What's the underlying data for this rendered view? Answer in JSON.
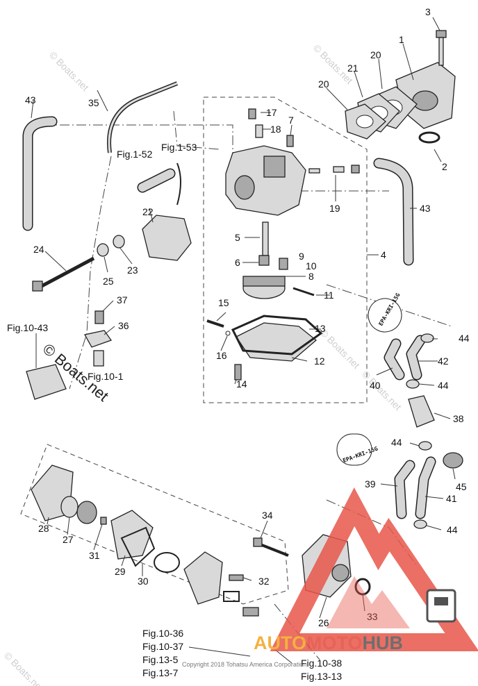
{
  "callouts": {
    "c1": "1",
    "c2": "2",
    "c3": "3",
    "c4": "4",
    "c5": "5",
    "c6": "6",
    "c7": "7",
    "c8": "8",
    "c9": "9",
    "c10": "10",
    "c11": "11",
    "c12": "12",
    "c13": "13",
    "c14": "14",
    "c15": "15",
    "c16": "16",
    "c17": "17",
    "c18": "18",
    "c19": "19",
    "c20a": "20",
    "c20b": "20",
    "c21": "21",
    "c22": "22",
    "c23": "23",
    "c24": "24",
    "c25": "25",
    "c26": "26",
    "c27": "27",
    "c28": "28",
    "c29": "29",
    "c30": "30",
    "c31": "31",
    "c32": "32",
    "c33": "33",
    "c34": "34",
    "c35": "35",
    "c36": "36",
    "c37": "37",
    "c38": "38",
    "c39": "39",
    "c40": "40",
    "c41": "41",
    "c42": "42",
    "c43a": "43",
    "c43b": "43",
    "c44a": "44",
    "c44b": "44",
    "c44c": "44",
    "c44d": "44",
    "c45": "45"
  },
  "figure_refs": {
    "fig_1_52": "Fig.1-52",
    "fig_1_53": "Fig.1-53",
    "fig_10_43": "Fig.10-43",
    "fig_10_1": "Fig.10-1",
    "fig_10_36": "Fig.10-36",
    "fig_10_37": "Fig.10-37",
    "fig_13_5": "Fig.13-5",
    "fig_13_7": "Fig.13-7",
    "fig_10_38": "Fig.10-38",
    "fig_13_13": "Fig.13-13"
  },
  "tags": {
    "tag_a": "EPA-KRI-15G",
    "tag_b": "EPA-KRI-15G"
  },
  "watermarks": {
    "wm_main": "© Boats.net",
    "wm_small": "© Boats.net"
  },
  "copyright": "Copyright 2018 Tohatsu America Corporation",
  "brand": {
    "part1": "AUTO",
    "part2": "MOTO",
    "part3": "HUB",
    "color_auto": "#f2a51f",
    "color_moto": "#e2483a",
    "color_hub": "#555555",
    "logo_red": "#e8574a"
  }
}
